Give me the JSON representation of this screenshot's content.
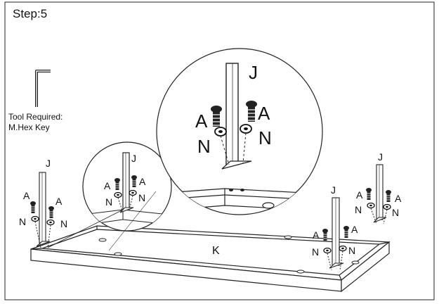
{
  "step": {
    "title": "Step:5"
  },
  "tool": {
    "line1": "Tool Required:",
    "line2": "M.Hex Key"
  },
  "labels": {
    "leg": "J",
    "bolt": "A",
    "washer": "N",
    "frame": "K"
  }
}
